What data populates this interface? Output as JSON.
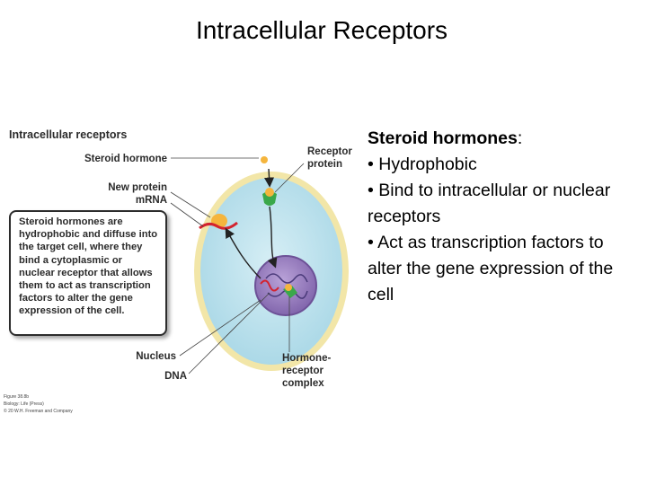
{
  "slide": {
    "title": "Intracellular Receptors"
  },
  "figure": {
    "panel_title": "Intracellular receptors",
    "labels": {
      "steroid_hormone": "Steroid hormone",
      "new_protein": "New protein",
      "mrna": "mRNA",
      "receptor_line1": "Receptor",
      "receptor_line2": "protein",
      "nucleus": "Nucleus",
      "dna": "DNA",
      "complex_line1": "Hormone-",
      "complex_line2": "receptor",
      "complex_line3": "complex"
    },
    "callout_text": "Steroid hormones are hydrophobic and diffuse into the target cell, where they bind a cytoplasmic or nuclear receptor that allows them to act as transcription factors to alter the gene expression of the cell.",
    "credit": {
      "line1": "Figure 38.8b",
      "line2": "Biology: Life (Press)",
      "line3": "© 20 W.H. Freeman and Company"
    },
    "colors": {
      "cell_fill": "#b9e0ec",
      "cell_border": "#f2e6a8",
      "nucleus_fill": "#8f73b8",
      "hormone": "#f5b53d",
      "receptor": "#3aa84a",
      "mrna": "#d3232f"
    }
  },
  "text_panel": {
    "heading": "Steroid hormones",
    "heading_suffix": ":",
    "bullets": [
      "• Hydrophobic",
      "• Bind to intracellular or nuclear receptors",
      "• Act as transcription factors to alter the gene expression of the cell"
    ]
  }
}
